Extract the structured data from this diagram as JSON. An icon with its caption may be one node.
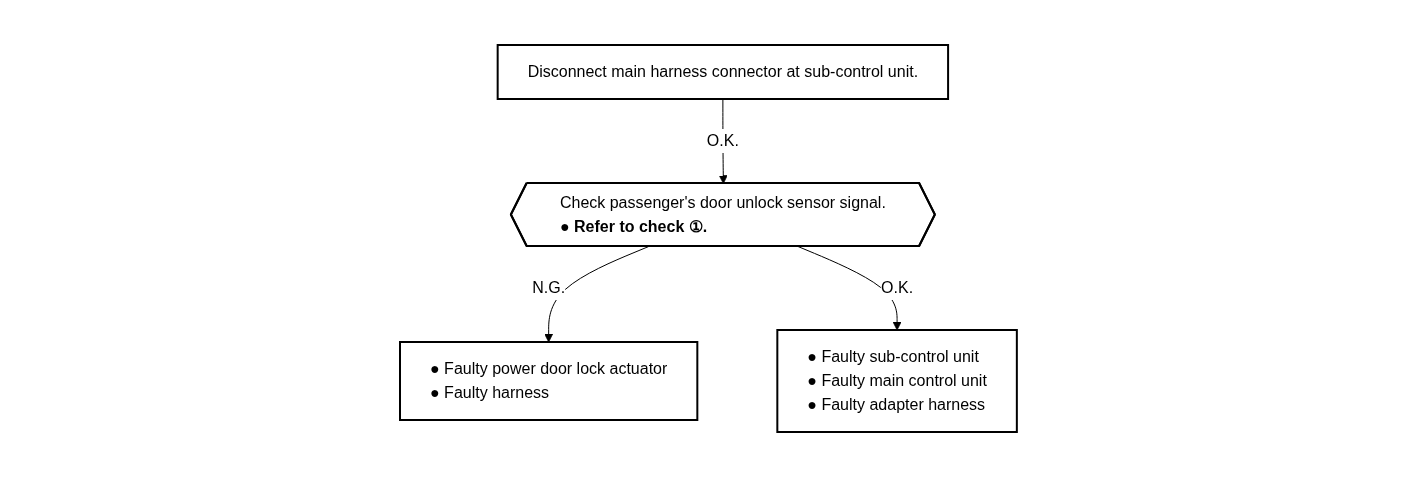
{
  "diagram": {
    "nodes": [
      {
        "text": [
          "Disconnect main harness connector at sub-control unit."
        ]
      },
      {
        "text": [
          "Check passenger's door unlock sensor signal.",
          "● Refer to check ①."
        ]
      },
      {
        "text": [
          "● Faulty power door lock actuator",
          "● Faulty harness"
        ]
      },
      {
        "text": [
          "● Faulty sub-control unit",
          "● Faulty main control unit",
          "● Faulty adapter harness"
        ]
      }
    ],
    "edges": [
      {
        "from": 0,
        "to": 1,
        "arrow": "to",
        "label": "O.K."
      },
      {
        "from": 1,
        "to": 2,
        "arrow": "to",
        "label": "N.G."
      },
      {
        "from": 1,
        "to": 3,
        "arrow": "to",
        "label": "O.K."
      }
    ]
  }
}
